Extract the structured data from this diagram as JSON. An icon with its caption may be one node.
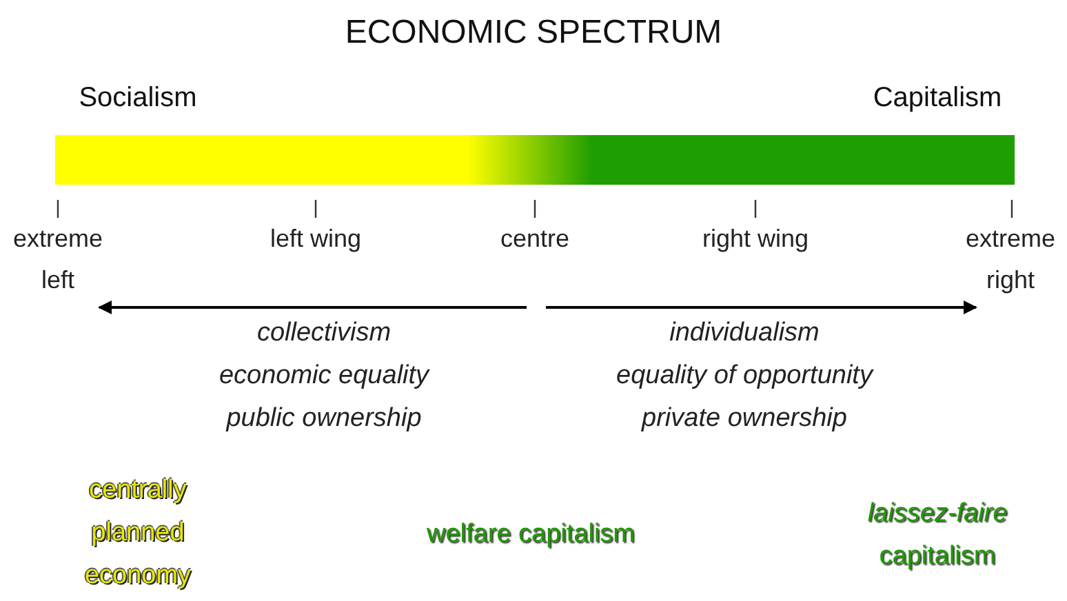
{
  "diagram": {
    "title": "ECONOMIC SPECTRUM",
    "nodes": [
      {
        "text": [],
        "shape": "bar"
      }
    ],
    "labels": [
      "Socialism",
      "Capitalism",
      "extreme left",
      "left wing",
      "centre",
      "right wing",
      "extreme right",
      "collectivism",
      "individualism",
      "economic equality",
      "equality of opportunity",
      "public ownership",
      "private ownership",
      "centrally planned economy",
      "welfare capitalism",
      "*laissez-faire* capitalism"
    ]
  }
}
